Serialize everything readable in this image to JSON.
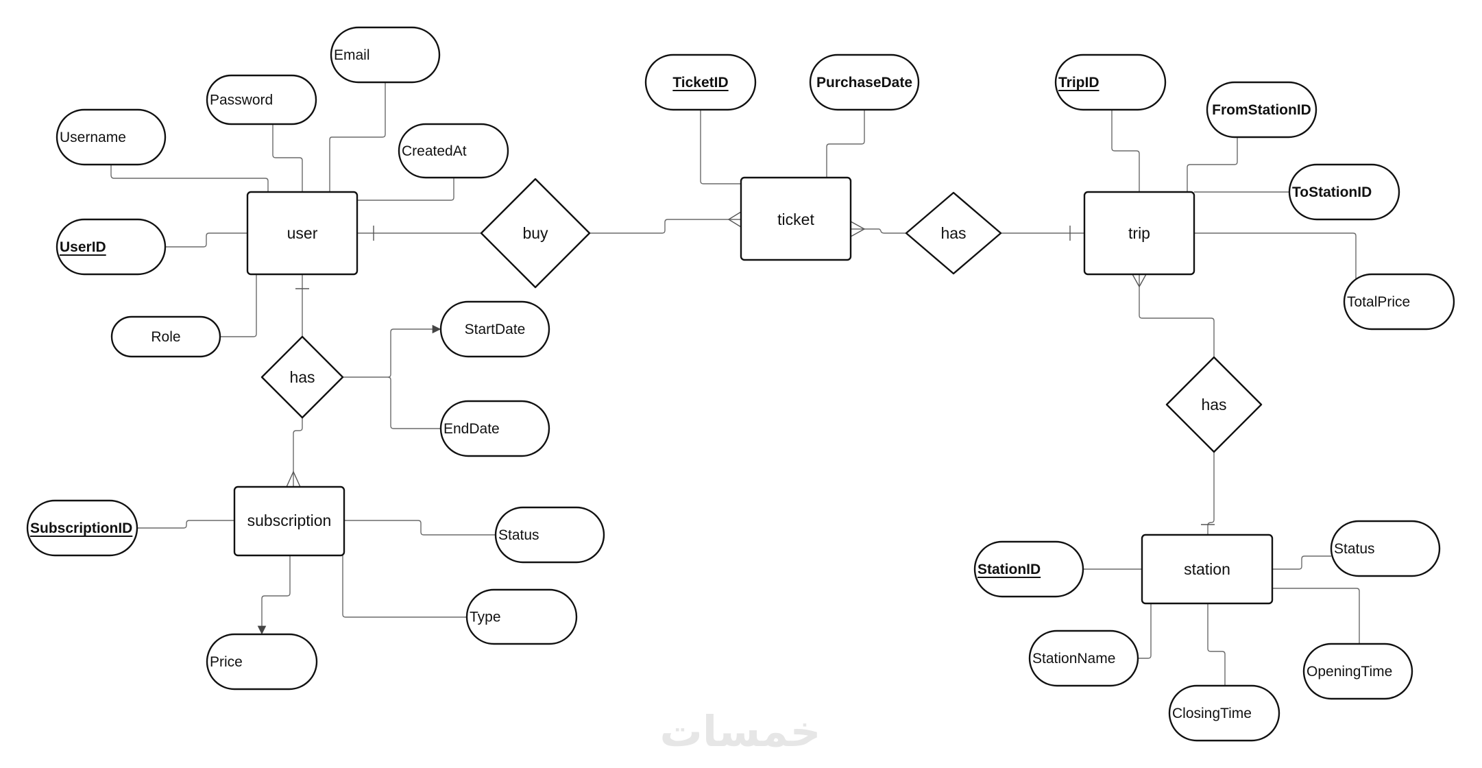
{
  "diagram": {
    "type": "ER diagram",
    "entities": [
      {
        "id": "user",
        "label": "user"
      },
      {
        "id": "ticket",
        "label": "ticket"
      },
      {
        "id": "trip",
        "label": "trip"
      },
      {
        "id": "station",
        "label": "station"
      },
      {
        "id": "subscription",
        "label": "subscription"
      }
    ],
    "relationships": [
      {
        "id": "buy",
        "label": "buy",
        "from": "user",
        "to": "ticket",
        "from_card": "one",
        "to_card": "many"
      },
      {
        "id": "has_ticket_trip",
        "label": "has",
        "from": "ticket",
        "to": "trip",
        "from_card": "many",
        "to_card": "one"
      },
      {
        "id": "has_trip_station",
        "label": "has",
        "from": "trip",
        "to": "station",
        "from_card": "many",
        "to_card": "one"
      },
      {
        "id": "has_user_subscription",
        "label": "has",
        "from": "user",
        "to": "subscription",
        "from_card": "one",
        "to_card": "many"
      }
    ],
    "attributes": {
      "user": [
        {
          "label": "Email",
          "key": false
        },
        {
          "label": "Password",
          "key": false
        },
        {
          "label": "Username",
          "key": false
        },
        {
          "label": "CreatedAt",
          "key": false
        },
        {
          "label": "UserID",
          "key": true
        },
        {
          "label": "Role",
          "key": false
        }
      ],
      "ticket": [
        {
          "label": "TicketID",
          "key": true
        },
        {
          "label": "PurchaseDate",
          "key": false,
          "bold": true
        }
      ],
      "trip": [
        {
          "label": "TripID",
          "key": true
        },
        {
          "label": "FromStationID",
          "key": false,
          "bold": true
        },
        {
          "label": "ToStationID",
          "key": false,
          "bold": true
        },
        {
          "label": "TotalPrice",
          "key": false
        }
      ],
      "station": [
        {
          "label": "StationID",
          "key": true
        },
        {
          "label": "Status",
          "key": false
        },
        {
          "label": "StationName",
          "key": false
        },
        {
          "label": "ClosingTime",
          "key": false
        },
        {
          "label": "OpeningTime",
          "key": false
        }
      ],
      "has_user_subscription": [
        {
          "label": "StartDate",
          "key": false
        },
        {
          "label": "EndDate",
          "key": false
        }
      ],
      "subscription": [
        {
          "label": "SubscriptionID",
          "key": true
        },
        {
          "label": "Status",
          "key": false
        },
        {
          "label": "Type",
          "key": false
        },
        {
          "label": "Price",
          "key": false
        }
      ]
    }
  },
  "watermark": "خمسات"
}
